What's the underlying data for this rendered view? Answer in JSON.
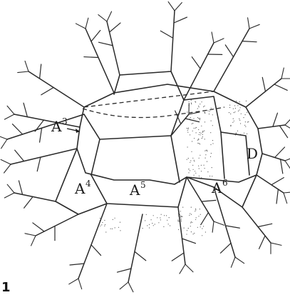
{
  "figure": {
    "number": "1",
    "labels": {
      "a3": {
        "letter": "A",
        "index": "3"
      },
      "a4": {
        "letter": "A",
        "index": "4"
      },
      "a5": {
        "letter": "A",
        "index": "5"
      },
      "a6": {
        "letter": "A",
        "index": "6"
      },
      "d": {
        "letter": "D"
      }
    },
    "colors": {
      "ink": "#2a2a2a",
      "stipple": "#5a5a5a",
      "paper": "#ffffff"
    }
  }
}
